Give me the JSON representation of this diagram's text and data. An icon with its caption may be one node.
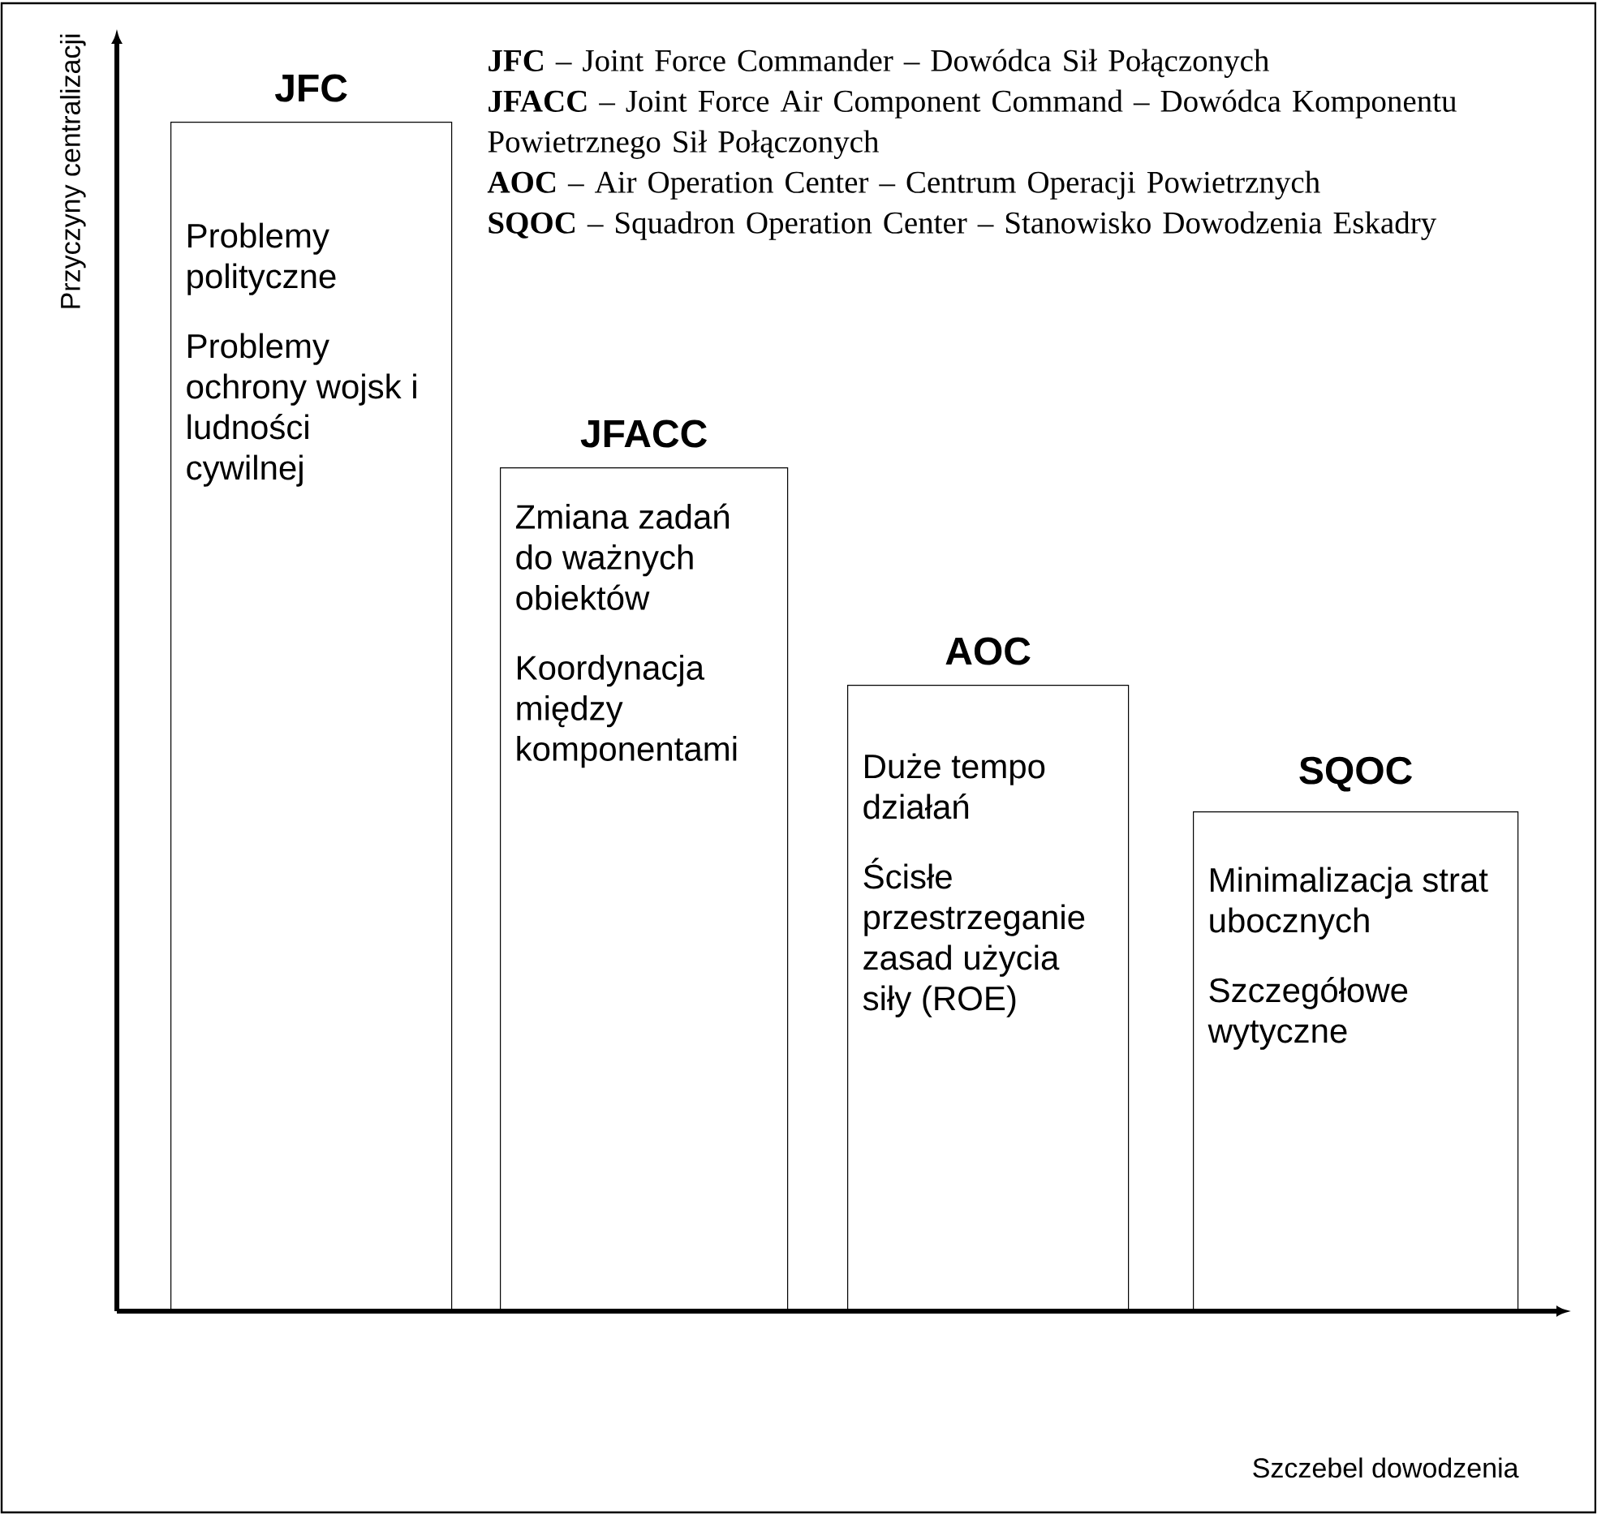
{
  "diagram": {
    "nodes": [
      {
        "text": [
          "JFC",
          "Problemy polityczne",
          "Problemy ochrony wojsk i ludności cywilnej"
        ]
      },
      {
        "text": [
          "JFACC",
          "Zmiana zadań do ważnych obiektów",
          "Koordynacja między komponentami"
        ]
      },
      {
        "text": [
          "AOC",
          "Duże tempo działań",
          "Ścisłe przestrzeganie zasad użycia siły (ROE)"
        ]
      },
      {
        "text": [
          "SQOC",
          "Minimalizacja strat ubocznych",
          "Szczegółowe wytyczne"
        ]
      }
    ],
    "labels": [
      "**JFC** – Joint Force Commander – Dowódca Sił Połączonych",
      "**JFACC** – Joint Force Air Component Command – Dowódca Komponentu Powietrznego Sił Połączonych",
      "**AOC** – Air Operation Center – Centrum Operacji Powietrznych",
      "**SQOC** – Squadron Operation Center – Stanowisko Dowodzenia Eskadry",
      "Przyczyny centralizacji",
      "Szczebel dowodzenia"
    ]
  }
}
